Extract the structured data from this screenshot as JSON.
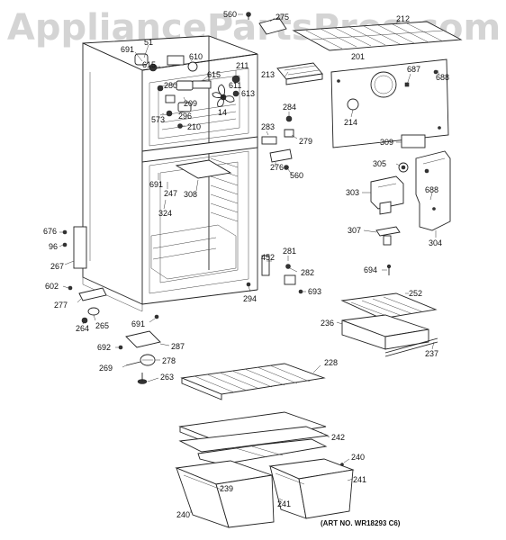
{
  "watermark": "AppliancePartsPros.com",
  "art_number": "(ART NO. WR18293 C6)",
  "callouts": [
    {
      "id": "c560a",
      "text": "560"
    },
    {
      "id": "c275",
      "text": "275"
    },
    {
      "id": "c212",
      "text": "212"
    },
    {
      "id": "c51",
      "text": "51"
    },
    {
      "id": "c691a",
      "text": "691"
    },
    {
      "id": "c615a",
      "text": "615"
    },
    {
      "id": "c610",
      "text": "610"
    },
    {
      "id": "c201",
      "text": "201"
    },
    {
      "id": "c687",
      "text": "687"
    },
    {
      "id": "c688a",
      "text": "688"
    },
    {
      "id": "c211",
      "text": "211"
    },
    {
      "id": "c213",
      "text": "213"
    },
    {
      "id": "c615b",
      "text": "615"
    },
    {
      "id": "c280",
      "text": "280"
    },
    {
      "id": "c611",
      "text": "611"
    },
    {
      "id": "c613",
      "text": "613"
    },
    {
      "id": "c209",
      "text": "209"
    },
    {
      "id": "c14",
      "text": "14"
    },
    {
      "id": "c573",
      "text": "573"
    },
    {
      "id": "c296",
      "text": "296"
    },
    {
      "id": "c210",
      "text": "210"
    },
    {
      "id": "c284",
      "text": "284"
    },
    {
      "id": "c214",
      "text": "214"
    },
    {
      "id": "c283",
      "text": "283"
    },
    {
      "id": "c279",
      "text": "279"
    },
    {
      "id": "c309",
      "text": "309"
    },
    {
      "id": "c276",
      "text": "276"
    },
    {
      "id": "c560b",
      "text": "560"
    },
    {
      "id": "c305",
      "text": "305"
    },
    {
      "id": "c691b",
      "text": "691"
    },
    {
      "id": "c247",
      "text": "247"
    },
    {
      "id": "c308",
      "text": "308"
    },
    {
      "id": "c324",
      "text": "324"
    },
    {
      "id": "c303",
      "text": "303"
    },
    {
      "id": "c688b",
      "text": "688"
    },
    {
      "id": "c307",
      "text": "307"
    },
    {
      "id": "c304",
      "text": "304"
    },
    {
      "id": "c676",
      "text": "676"
    },
    {
      "id": "c96",
      "text": "96"
    },
    {
      "id": "c267",
      "text": "267"
    },
    {
      "id": "c281",
      "text": "281"
    },
    {
      "id": "c452",
      "text": "452"
    },
    {
      "id": "c282",
      "text": "282"
    },
    {
      "id": "c694",
      "text": "694"
    },
    {
      "id": "c602",
      "text": "602"
    },
    {
      "id": "c693",
      "text": "693"
    },
    {
      "id": "c294",
      "text": "294"
    },
    {
      "id": "c252",
      "text": "252"
    },
    {
      "id": "c277",
      "text": "277"
    },
    {
      "id": "c691c",
      "text": "691"
    },
    {
      "id": "c236",
      "text": "236"
    },
    {
      "id": "c264",
      "text": "264"
    },
    {
      "id": "c265",
      "text": "265"
    },
    {
      "id": "c237",
      "text": "237"
    },
    {
      "id": "c692",
      "text": "692"
    },
    {
      "id": "c287",
      "text": "287"
    },
    {
      "id": "c278",
      "text": "278"
    },
    {
      "id": "c269",
      "text": "269"
    },
    {
      "id": "c228",
      "text": "228"
    },
    {
      "id": "c263",
      "text": "263"
    },
    {
      "id": "c242",
      "text": "242"
    },
    {
      "id": "c240a",
      "text": "240"
    },
    {
      "id": "c239",
      "text": "239"
    },
    {
      "id": "c241a",
      "text": "241"
    },
    {
      "id": "c241b",
      "text": "241"
    },
    {
      "id": "c240b",
      "text": "240"
    }
  ]
}
